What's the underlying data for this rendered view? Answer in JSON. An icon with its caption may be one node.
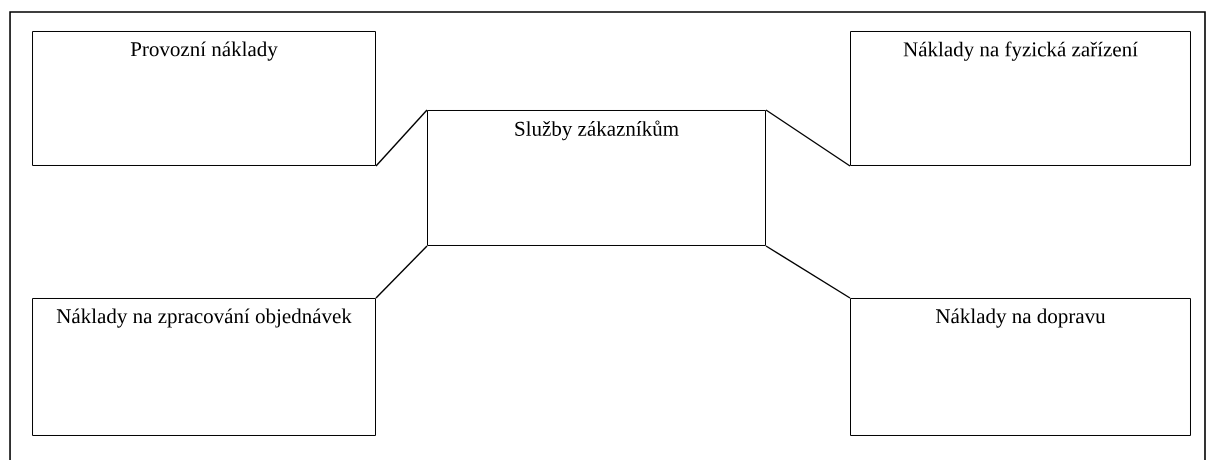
{
  "diagram": {
    "nodes": [
      {
        "text": [
          "Provozní náklady"
        ]
      },
      {
        "text": [
          "Služby zákazníkům"
        ]
      },
      {
        "text": [
          "Náklady na fyzická zařízení"
        ]
      },
      {
        "text": [
          "Náklady na zpracování objednávek"
        ]
      },
      {
        "text": [
          "Náklady na dopravu"
        ]
      }
    ],
    "edges": [
      {
        "from": 1,
        "to": 0,
        "arrow": "none"
      },
      {
        "from": 1,
        "to": 2,
        "arrow": "none"
      },
      {
        "from": 1,
        "to": 3,
        "arrow": "none"
      },
      {
        "from": 1,
        "to": 4,
        "arrow": "none"
      }
    ]
  }
}
